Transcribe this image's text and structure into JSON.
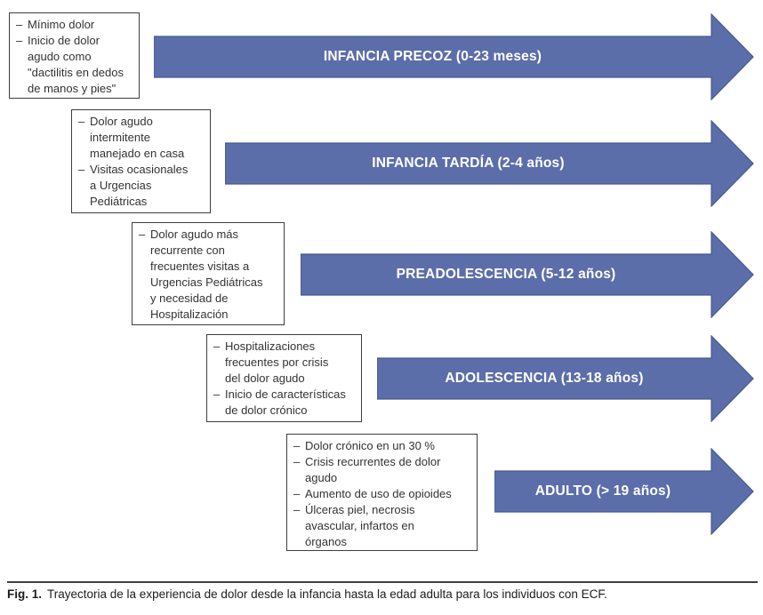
{
  "bullet_marker": "–",
  "colors": {
    "arrow_fill": "#5C6EA9",
    "arrow_stroke": "#47598F",
    "box_border": "#3D3D3D",
    "box_text": "#333333",
    "arrow_label_text": "#FFFFFF"
  },
  "rows": [
    {
      "stage_id": "infancia-precoz",
      "arrow_label": "INFANCIA PRECOZ (0-23 meses)",
      "bullets": [
        "Mínimo dolor",
        "Inicio de dolor\nagudo como\n\"dactilitis en dedos\nde manos y pies\""
      ]
    },
    {
      "stage_id": "infancia-tardia",
      "arrow_label": "INFANCIA TARDÍA (2-4 años)",
      "bullets": [
        "Dolor agudo\nintermitente\nmanejado en casa",
        "Visitas ocasionales\na Urgencias\nPediátricas"
      ]
    },
    {
      "stage_id": "preadolescencia",
      "arrow_label": "PREADOLESCENCIA (5-12 años)",
      "bullets": [
        "Dolor agudo más\nrecurrente con\nfrecuentes visitas a\nUrgencias Pediátricas\ny necesidad de\nHospitalización"
      ]
    },
    {
      "stage_id": "adolescencia",
      "arrow_label": "ADOLESCENCIA (13-18 años)",
      "bullets": [
        "Hospitalizaciones\nfrecuentes por crisis\ndel dolor agudo",
        "Inicio de características\nde dolor crónico"
      ]
    },
    {
      "stage_id": "adulto",
      "arrow_label": "ADULTO (> 19 años)",
      "bullets": [
        "Dolor crónico en un 30 %",
        "Crisis recurrentes de dolor\nagudo",
        "Aumento de uso de opioides",
        "Úlceras piel, necrosis\navascular, infartos en\nórganos"
      ]
    }
  ],
  "caption": {
    "prefix": "Fig. 1.",
    "text": "Trayectoria de la experiencia de dolor desde la infancia hasta la edad adulta para los individuos con ECF."
  }
}
